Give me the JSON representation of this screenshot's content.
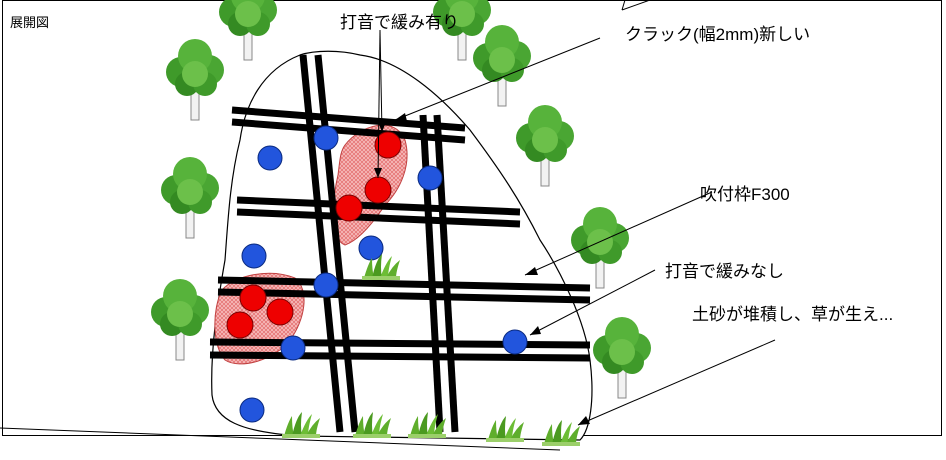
{
  "diagram": {
    "title": "展開図",
    "labels": {
      "tapping_loose": "打音で緩み有り",
      "crack": "クラック(幅2mm)新しい",
      "frame_spec": "吹付枠F300",
      "tapping_ok": "打音で緩みなし",
      "soil": "土砂が堆積し、草が生え..."
    }
  },
  "legend_colors": {
    "loose_marker": "#ee0000",
    "sound_marker": "#2255dd",
    "loose_zone": "#f29a9a",
    "frame_beam": "#000000",
    "tree_leaf": "#3f9a2a",
    "grass": "#5fae2c"
  },
  "icons": [
    "tree-icon",
    "grass-icon"
  ]
}
